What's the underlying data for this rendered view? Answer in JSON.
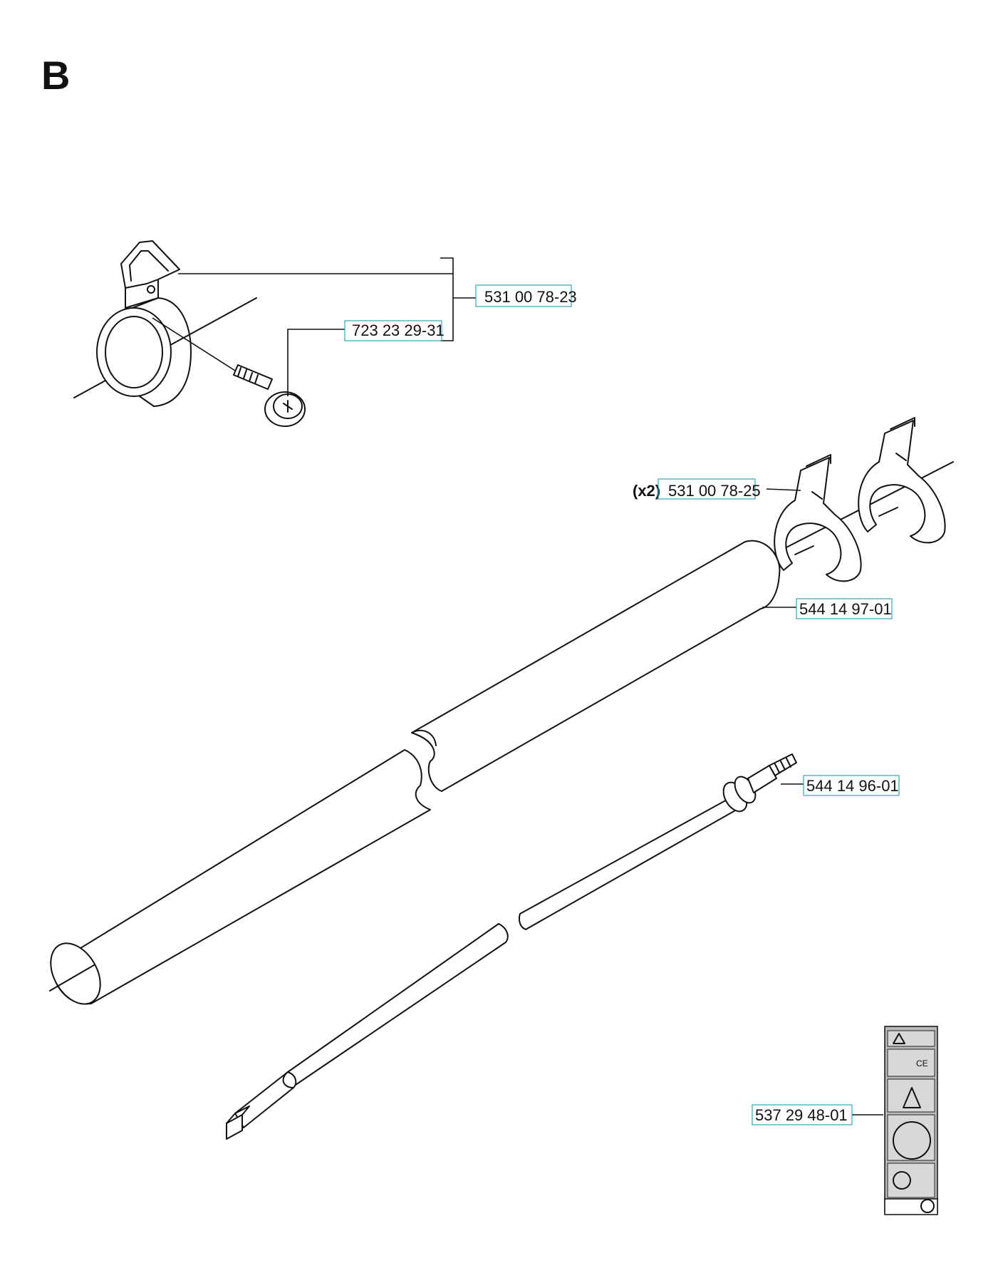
{
  "section": {
    "letter": "B"
  },
  "parts": [
    {
      "id": "harness-clamp-kit",
      "number": "531 00 78-23"
    },
    {
      "id": "clamp-screw",
      "number": "723 23 29-31"
    },
    {
      "id": "handle-clip",
      "number": "531 00 78-25",
      "quantity": "(x2)"
    },
    {
      "id": "shaft-tube",
      "number": "544 14 97-01"
    },
    {
      "id": "drive-shaft",
      "number": "544 14 96-01"
    },
    {
      "id": "warning-decal",
      "number": "537 29 48-01"
    }
  ],
  "colors": {
    "line": "#111111",
    "callout_box": "#3aa3b8",
    "decal": "#b9b9b9"
  }
}
